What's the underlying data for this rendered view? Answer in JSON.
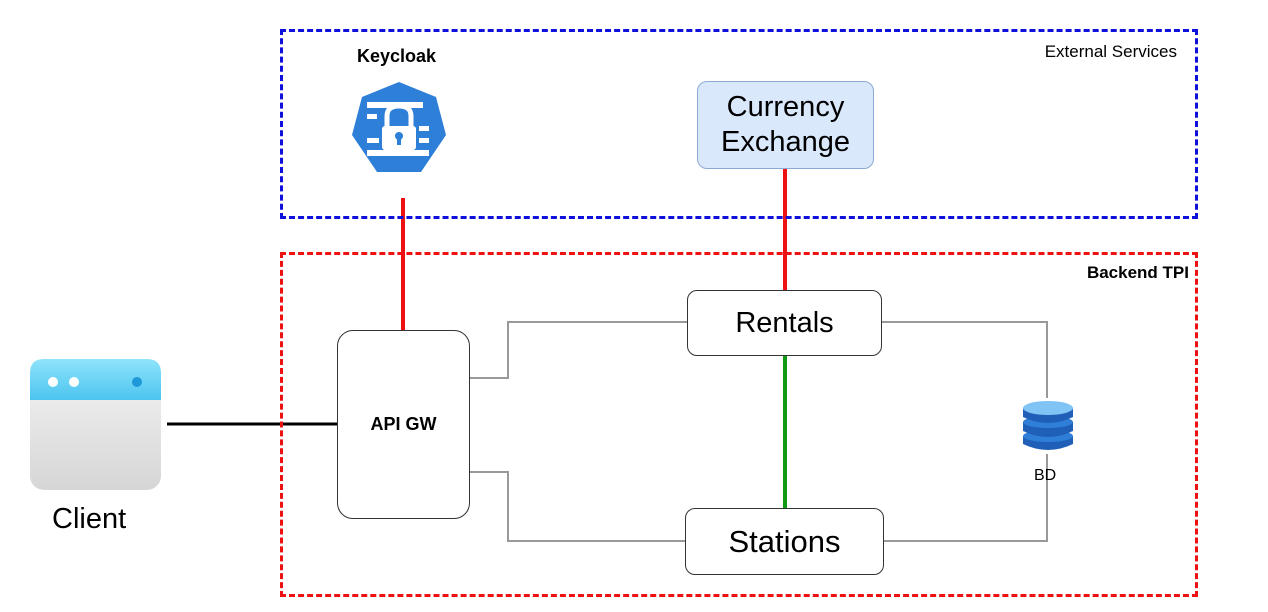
{
  "zones": {
    "external": {
      "label": "External Services",
      "color": "#1010dd"
    },
    "backend": {
      "label": "Backend TPI",
      "color": "#ee1111"
    }
  },
  "nodes": {
    "keycloak": {
      "label": "Keycloak",
      "icon": "keycloak-icon"
    },
    "currency_exchange": {
      "label_line1": "Currency",
      "label_line2": "Exchange"
    },
    "rentals": {
      "label": "Rentals"
    },
    "stations": {
      "label": "Stations"
    },
    "api_gw": {
      "label": "API GW"
    },
    "database": {
      "label": "BD",
      "icon": "database-icon"
    },
    "client": {
      "label": "Client",
      "icon": "browser-window-icon"
    }
  },
  "connections": [
    {
      "from": "keycloak",
      "to": "api_gw",
      "color": "#ee1111"
    },
    {
      "from": "currency_exchange",
      "to": "rentals",
      "color": "#ee1111"
    },
    {
      "from": "rentals",
      "to": "stations",
      "color": "#119911"
    },
    {
      "from": "client",
      "to": "api_gw",
      "color": "#000000"
    },
    {
      "from": "api_gw",
      "to": "rentals",
      "color": "#999999"
    },
    {
      "from": "api_gw",
      "to": "stations",
      "color": "#999999"
    },
    {
      "from": "rentals",
      "to": "database",
      "color": "#999999"
    },
    {
      "from": "stations",
      "to": "database",
      "color": "#999999"
    }
  ]
}
